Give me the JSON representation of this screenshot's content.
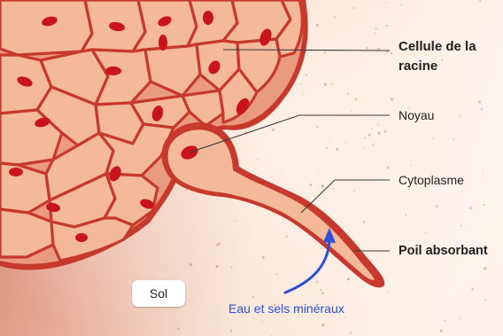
{
  "labels": {
    "cellule": "Cellule de la racine",
    "noyau": "Noyau",
    "cytoplasme": "Cytoplasme",
    "poil": "Poil absorbant",
    "eau": "Eau et sels minéraux",
    "sol": "Sol"
  },
  "colors": {
    "soil_dark": "#d9927a",
    "soil_light": "#fbeee3",
    "cell_wall": "#c7392d",
    "cytoplasm": "#f3b99a",
    "nucleus": "#c9141d",
    "label_text": "#1f1f1f",
    "arrow_blue": "#2f4fd8"
  }
}
